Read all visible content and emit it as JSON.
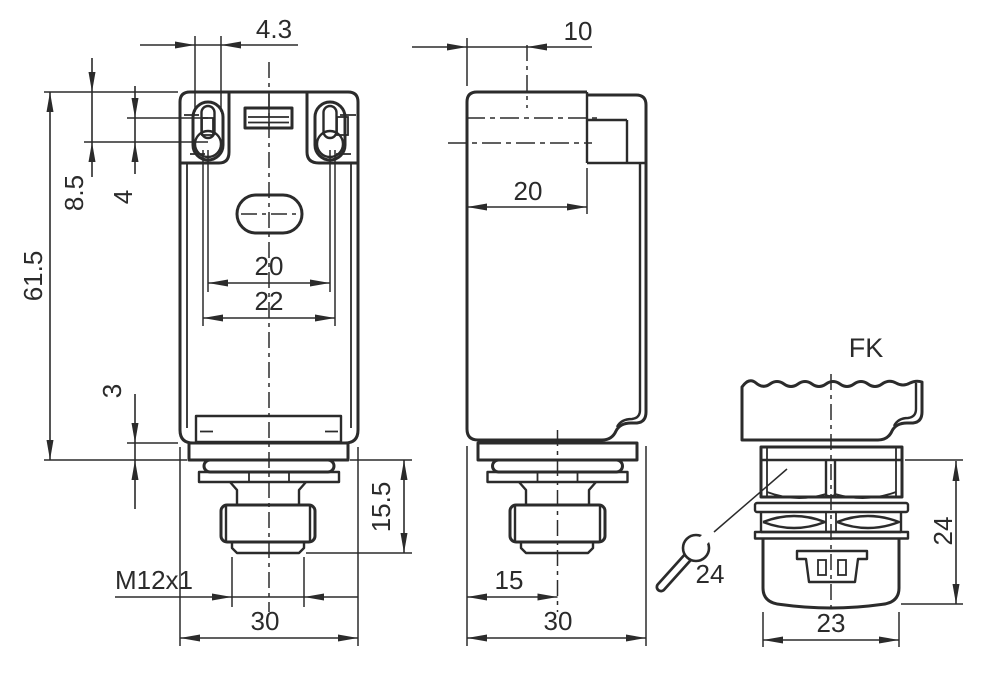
{
  "colors": {
    "line": "#2b2b2b",
    "background": "#ffffff"
  },
  "front_view": {
    "dim_slot_width": "4.3",
    "dim_edge_to_hole": "8.5",
    "dim_slot_play": "4",
    "dim_height": "61.5",
    "dim_base_step": "3",
    "dim_hole_spacing": "20",
    "dim_slot_spacing": "22",
    "dim_connector_length": "15.5",
    "thread_label": "M12x1",
    "dim_width": "30"
  },
  "side_view": {
    "dim_center_offset": "10",
    "dim_head_depth": "20",
    "dim_connector_offset": "15",
    "dim_depth": "30"
  },
  "detail_view": {
    "label": "FK",
    "wrench_size": "24",
    "dim_height": "24",
    "dim_width": "23"
  }
}
